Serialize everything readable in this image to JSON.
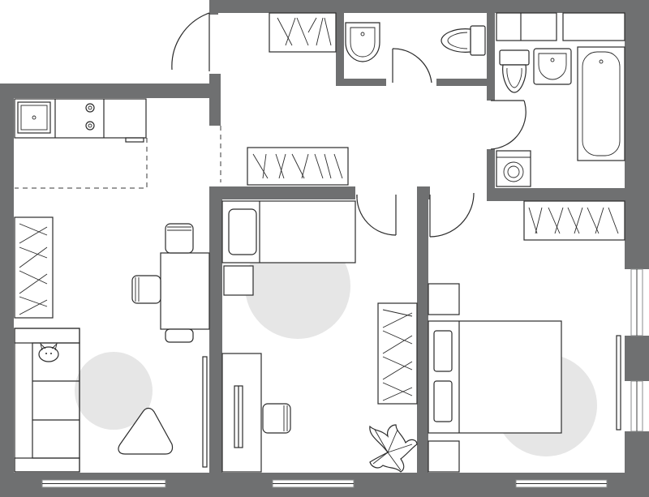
{
  "plan": {
    "colors": {
      "wall": "#6f7071",
      "line": "#2b2b2b",
      "rug": "#e6e6e6",
      "background": "#ffffff"
    },
    "rooms": [
      {
        "id": "kitchen-living",
        "furniture": [
          "kitchen-counter",
          "sink",
          "cooktop",
          "wardrobe",
          "dining-table",
          "chairs",
          "sofa",
          "cat",
          "coffee-table",
          "tv",
          "rug"
        ]
      },
      {
        "id": "hallway",
        "furniture": [
          "wardrobe",
          "wardrobe"
        ]
      },
      {
        "id": "toilet",
        "furniture": [
          "wash-basin",
          "toilet"
        ]
      },
      {
        "id": "bathroom",
        "furniture": [
          "wash-basin",
          "toilet",
          "bathtub",
          "washing-machine",
          "shelves"
        ]
      },
      {
        "id": "bedroom-small",
        "furniture": [
          "single-bed",
          "nightstand",
          "wardrobe",
          "desk",
          "chair",
          "plant",
          "rug"
        ]
      },
      {
        "id": "bedroom-master",
        "furniture": [
          "double-bed",
          "nightstand",
          "nightstand",
          "wardrobe",
          "rug"
        ]
      }
    ]
  }
}
